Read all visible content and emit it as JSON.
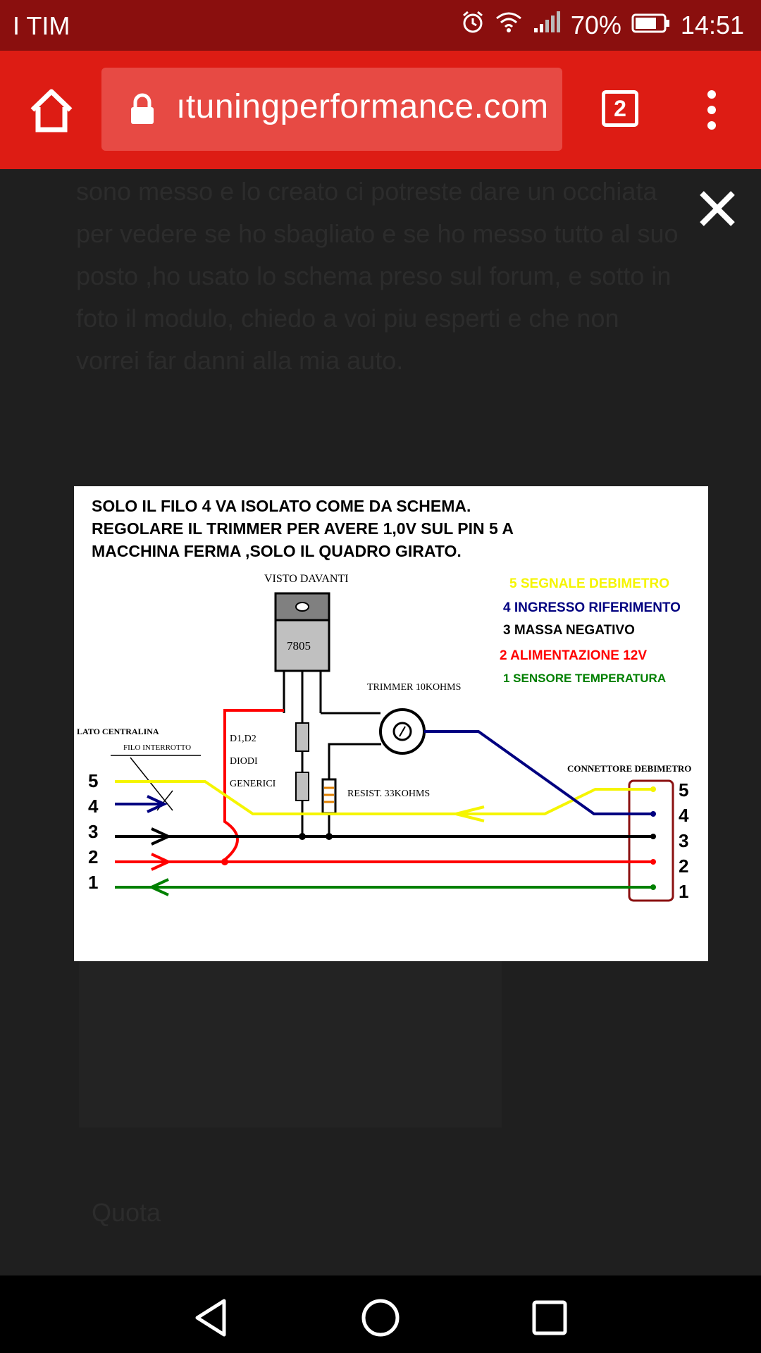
{
  "status_bar": {
    "carrier": "I TIM",
    "battery": "70%",
    "time": "14:51",
    "icons": [
      "alarm-icon",
      "wifi-icon",
      "signal-icon",
      "battery-icon"
    ]
  },
  "toolbar": {
    "url": "ıtuningperformance.com",
    "tab_count": "2"
  },
  "background_page": {
    "text": "sono messo e lo creato ci potreste dare un occhiata per vedere se ho sbagliato e se ho messo tutto al suo posto ,ho usato lo schema preso sul forum, e sotto in foto il modulo, chiedo a voi piu esperti e che non vorrei far danni alla mia auto.",
    "quote_label": "Quota"
  },
  "diagram": {
    "instructions": [
      "SOLO IL FILO 4 VA ISOLATO COME DA SCHEMA.",
      "REGOLARE IL TRIMMER PER AVERE 1,0V SUL PIN 5 A",
      "MACCHINA FERMA ,SOLO IL QUADRO GIRATO."
    ],
    "visto_davanti": "VISTO DAVANTI",
    "regulator": "7805",
    "trimmer": "TRIMMER 10KOHMS",
    "lato_centralina": "LATO CENTRALINA",
    "filo_interrotto": "FILO INTERROTTO",
    "diodes": [
      "D1,D2",
      "DIODI",
      "GENERICI"
    ],
    "resistor": "RESIST. 33KOHMS",
    "connettore": "CONNETTORE DEBIMETRO",
    "legend": [
      {
        "label": "5 SEGNALE DEBIMETRO",
        "color": "#f5f500"
      },
      {
        "label": "4 INGRESSO RIFERIMENTO",
        "color": "#000080"
      },
      {
        "label": "3 MASSA NEGATIVO",
        "color": "#000000"
      },
      {
        "label": "2 ALIMENTAZIONE 12V",
        "color": "#ff0000"
      },
      {
        "label": "1 SENSORE TEMPERATURA",
        "color": "#008000"
      }
    ],
    "pins": [
      "5",
      "4",
      "3",
      "2",
      "1"
    ]
  },
  "colors": {
    "toolbar": "#dd1c14",
    "status_bar": "#8a0f0e",
    "url_box": "#e74a44"
  }
}
